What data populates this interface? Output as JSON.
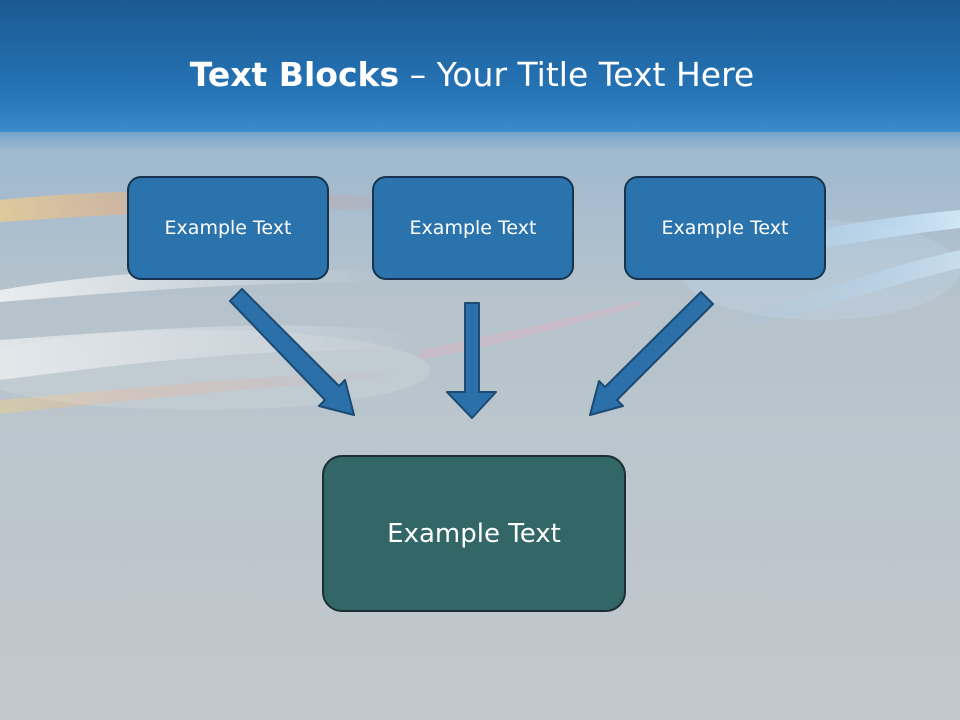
{
  "slide": {
    "title_bold": "Text Blocks",
    "title_separator": "–",
    "title_rest": "Your Title Text Here",
    "blocks": [
      {
        "label": "Example Text"
      },
      {
        "label": "Example Text"
      },
      {
        "label": "Example Text"
      }
    ],
    "result_block": {
      "label": "Example Text"
    }
  },
  "colors": {
    "header": "#2574b6",
    "block_fill": "#2a73ac",
    "block_border": "#18344d",
    "result_fill": "#336666",
    "arrow_fill": "#2b70a8"
  },
  "icons": [
    "arrow-down-right-icon",
    "arrow-down-icon",
    "arrow-down-left-icon"
  ]
}
